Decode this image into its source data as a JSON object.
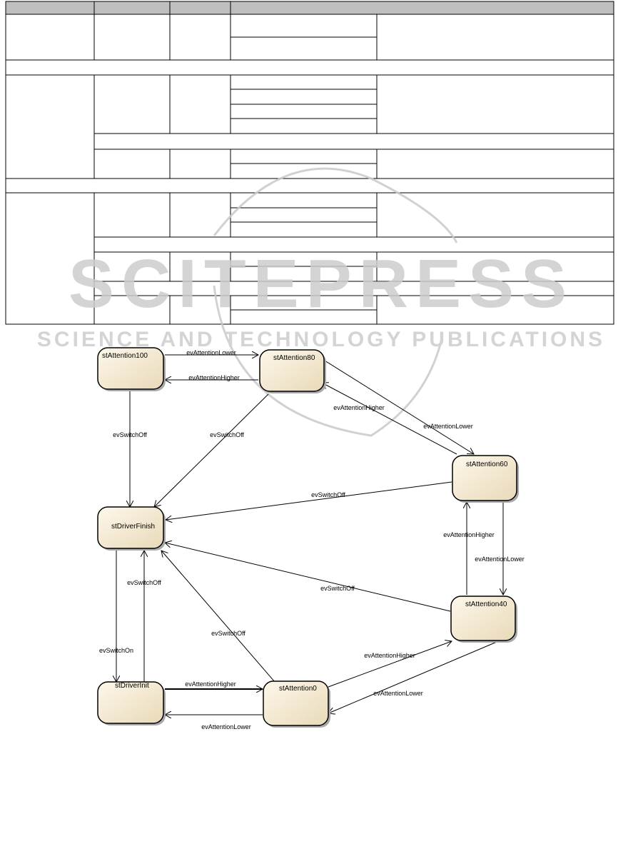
{
  "watermark": {
    "title": "SCITEPRESS",
    "subtitle": "SCIENCE AND TECHNOLOGY PUBLICATIONS"
  },
  "diagram": {
    "states": [
      {
        "id": "stAttention100",
        "label": "stAttention100"
      },
      {
        "id": "stAttention80",
        "label": "stAttention80"
      },
      {
        "id": "stAttention60",
        "label": "stAttention60"
      },
      {
        "id": "stAttention40",
        "label": "stAttention40"
      },
      {
        "id": "stAttention0",
        "label": "stAttention0"
      },
      {
        "id": "stDriverFinish",
        "label": "stDriverFinish"
      },
      {
        "id": "stDriverInit",
        "label": "stDriverInit"
      }
    ],
    "transitions": [
      {
        "from": "stAttention100",
        "to": "stAttention80",
        "label": "evAttentionLower"
      },
      {
        "from": "stAttention80",
        "to": "stAttention100",
        "label": "evAttentionHigher"
      },
      {
        "from": "stAttention100",
        "to": "stDriverFinish",
        "label": "evSwitchOff"
      },
      {
        "from": "stAttention80",
        "to": "stDriverFinish",
        "label": "evSwitchOff"
      },
      {
        "from": "stAttention80",
        "to": "stAttention60",
        "label": "evAttentionLower"
      },
      {
        "from": "stAttention60",
        "to": "stAttention80",
        "label": "evAttentionHigher"
      },
      {
        "from": "stAttention60",
        "to": "stDriverFinish",
        "label": "evSwitchOff"
      },
      {
        "from": "stAttention60",
        "to": "stAttention40",
        "label": "evAttentionLower"
      },
      {
        "from": "stAttention40",
        "to": "stAttention60",
        "label": "evAttentionHigher"
      },
      {
        "from": "stAttention40",
        "to": "stDriverFinish",
        "label": "evSwitchOff"
      },
      {
        "from": "stAttention40",
        "to": "stAttention0",
        "label": "evAttentionLower"
      },
      {
        "from": "stAttention0",
        "to": "stAttention40",
        "label": "evAttentionHigher"
      },
      {
        "from": "stAttention0",
        "to": "stDriverFinish",
        "label": "evSwitchOff"
      },
      {
        "from": "stDriverFinish",
        "to": "stDriverInit",
        "label": "evSwitchOn"
      },
      {
        "from": "stDriverInit",
        "to": "stDriverFinish",
        "label": "evSwitchOff"
      },
      {
        "from": "stDriverInit",
        "to": "stAttention0",
        "label": "evAttentionHigher"
      },
      {
        "from": "stAttention0",
        "to": "stDriverInit",
        "label": "evAttentionLower"
      }
    ]
  }
}
